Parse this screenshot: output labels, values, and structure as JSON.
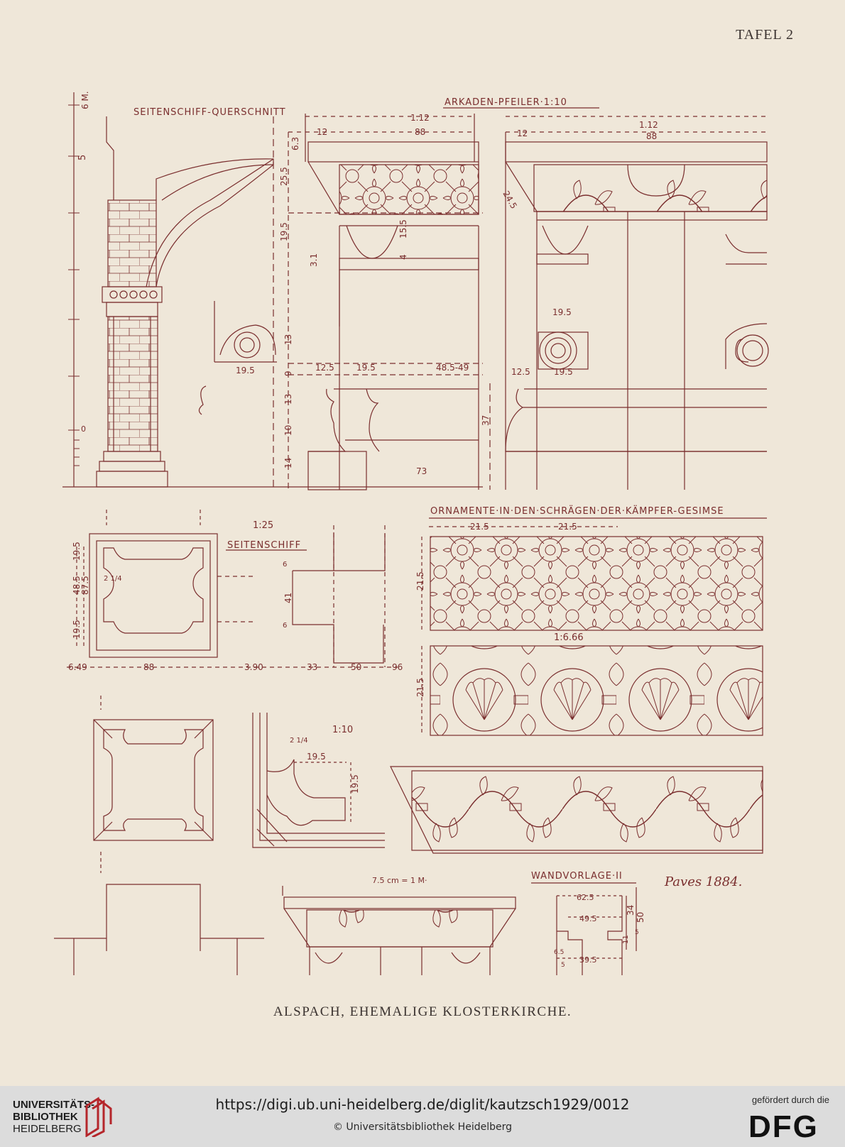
{
  "plate": {
    "number": "TAFEL 2",
    "caption": "ALSPACH, EHEMALIGE KLOSTERKIRCHE.",
    "signature": "Paves 1884."
  },
  "drawing_labels": {
    "seitenschiff_querschnitt": "SEITENSCHIFF-QUERSCHNITT",
    "arkaden_pfeiler": "ARKADEN-PFEILER·1:10",
    "ornamente": "ORNAMENTE·IN·DEN·SCHRÄGEN·DER·KÄMPFER-GESIMSE",
    "scale_1_25": "1:25",
    "seitenschiff": "SEITENSCHIFF",
    "scale_1_6_66": "1:6.66",
    "scale_1_10": "1:10",
    "scale_7_5cm": "7.5 cm = 1 M·",
    "wandvorlage": "WANDVORLAGE·II",
    "scale_6m": "6 M.",
    "scale_5": "5",
    "scale_0": "0"
  },
  "dimensions": {
    "a1": "1.12",
    "a2": "12",
    "a3": "88",
    "b1": "1.12",
    "b2": "12",
    "b3": "88",
    "v63": "6.3",
    "v255": "25.5",
    "v195": "19.5",
    "v31": "3.1",
    "v155": "15.5",
    "v4": "4",
    "d195a": "19.5",
    "d13a": "13",
    "d9": "9",
    "d13b": "13",
    "d10": "10",
    "d14": "14",
    "d125a": "12.5",
    "d195b": "19.5",
    "d485": "48.5-49",
    "d125b": "12.5",
    "d195c": "19.5",
    "d195d": "19.5",
    "d37": "37",
    "d73": "73",
    "d245": "24.5",
    "o215a": "21.5",
    "o215b": "21.5",
    "o215c": "21.5",
    "o215d": "21.5",
    "p649": "6.49",
    "p88": "88",
    "p390": "3.90",
    "p33": "33",
    "p50": "50",
    "p96": "96",
    "p485": "48.5",
    "p875": "87.5",
    "p195a": "19.5",
    "p195b": "19.5",
    "p6a": "6",
    "p41": "41",
    "p6b": "6",
    "p214": "2 1/4",
    "q214": "2 1/4",
    "q195a": "19.5",
    "q195b": "19.5",
    "w625": "62.5",
    "w495": "49.5",
    "w395": "39.5",
    "w34": "34",
    "w50": "50",
    "w11": "11",
    "w5a": "5",
    "w65": "6.5",
    "w5b": "5"
  },
  "footer": {
    "lib_line1": "UNIVERSITÄTS-",
    "lib_line2": "BIBLIOTHEK",
    "lib_line3": "HEIDELBERG",
    "url": "https://digi.ub.uni-heidelberg.de/diglit/kautzsch1929/0012",
    "copyright": "© Universitätsbibliothek Heidelberg",
    "funded_by": "gefördert durch die",
    "dfg": "DFG"
  },
  "colors": {
    "ink": "#7a2e2e",
    "paper": "#efe7d9",
    "footer": "#dcdcdc",
    "logo_red": "#b5262b"
  }
}
